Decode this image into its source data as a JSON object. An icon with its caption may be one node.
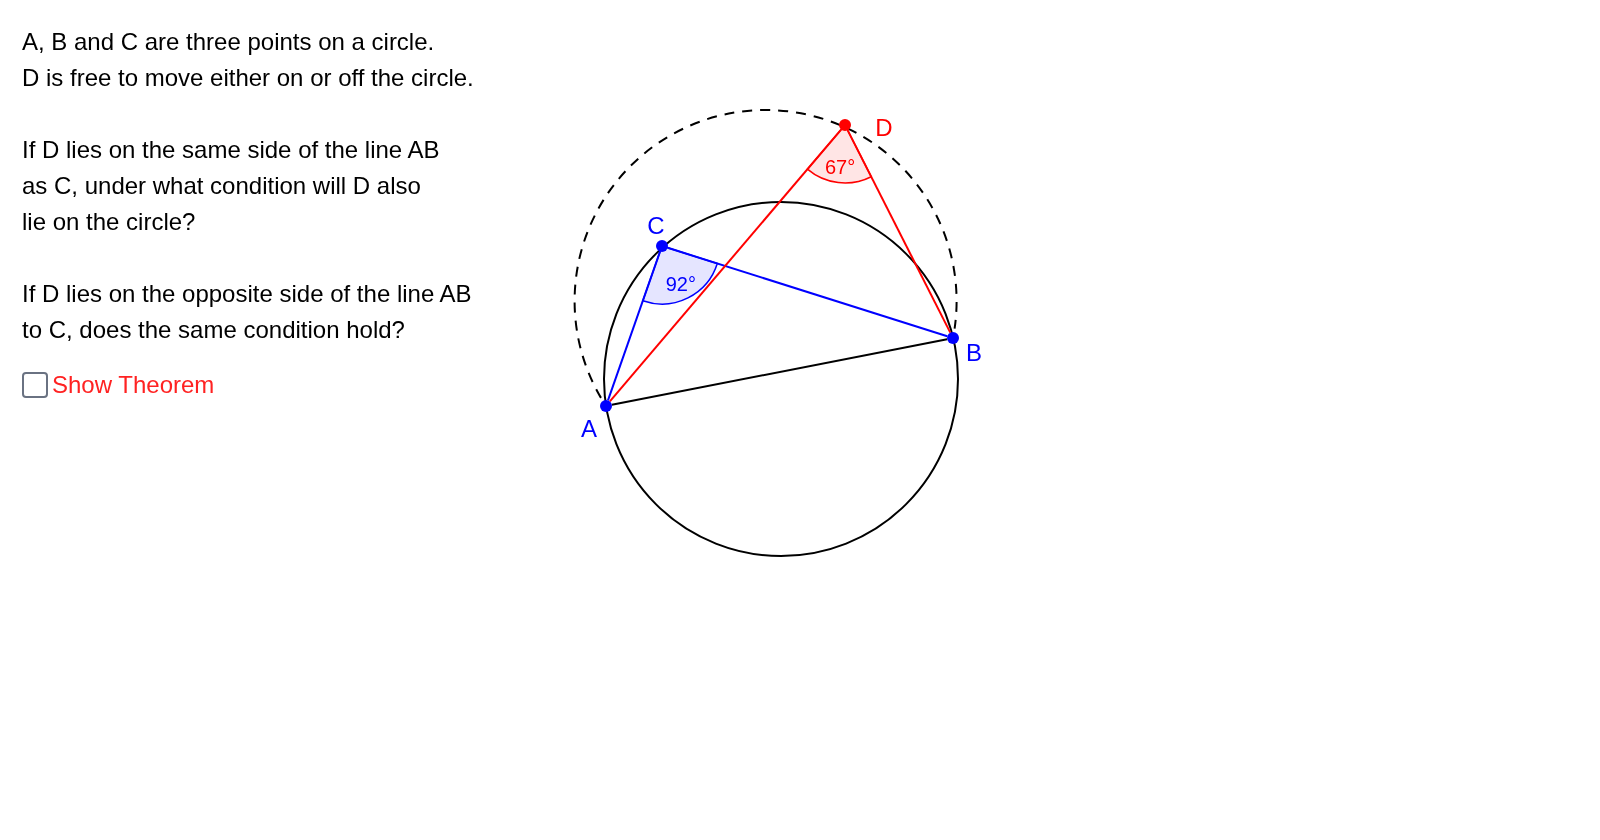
{
  "diagram": {
    "nodes": [
      {
        "text": [],
        "shape": "circle",
        "beside": [
          "A"
        ]
      },
      {
        "text": [],
        "shape": "circle",
        "beside": [
          "B"
        ]
      },
      {
        "text": [],
        "shape": "circle",
        "beside": [
          "C"
        ]
      },
      {
        "text": [],
        "shape": "circle",
        "beside": [
          "D"
        ]
      }
    ],
    "edges": [
      {
        "from": 0,
        "to": 1,
        "arrow": "none",
        "color": "#000000"
      },
      {
        "from": 0,
        "to": 2,
        "arrow": "none",
        "color": "#0000ff"
      },
      {
        "from": 2,
        "to": 1,
        "arrow": "none",
        "color": "#0000ff"
      },
      {
        "from": 0,
        "to": 3,
        "arrow": "none",
        "color": "#ff0000"
      },
      {
        "from": 3,
        "to": 1,
        "arrow": "none",
        "color": "#ff0000"
      }
    ],
    "labels": [
      "A, B and C are three points on a circle.",
      "D is free to move either on or off the circle.",
      "If D lies on the same side of the line AB as C, under what condition will D also lie on the circle?",
      "If D lies on the opposite side of the line AB to C, does the same condition hold?",
      "Show Theorem",
      "92°",
      "67°"
    ]
  }
}
